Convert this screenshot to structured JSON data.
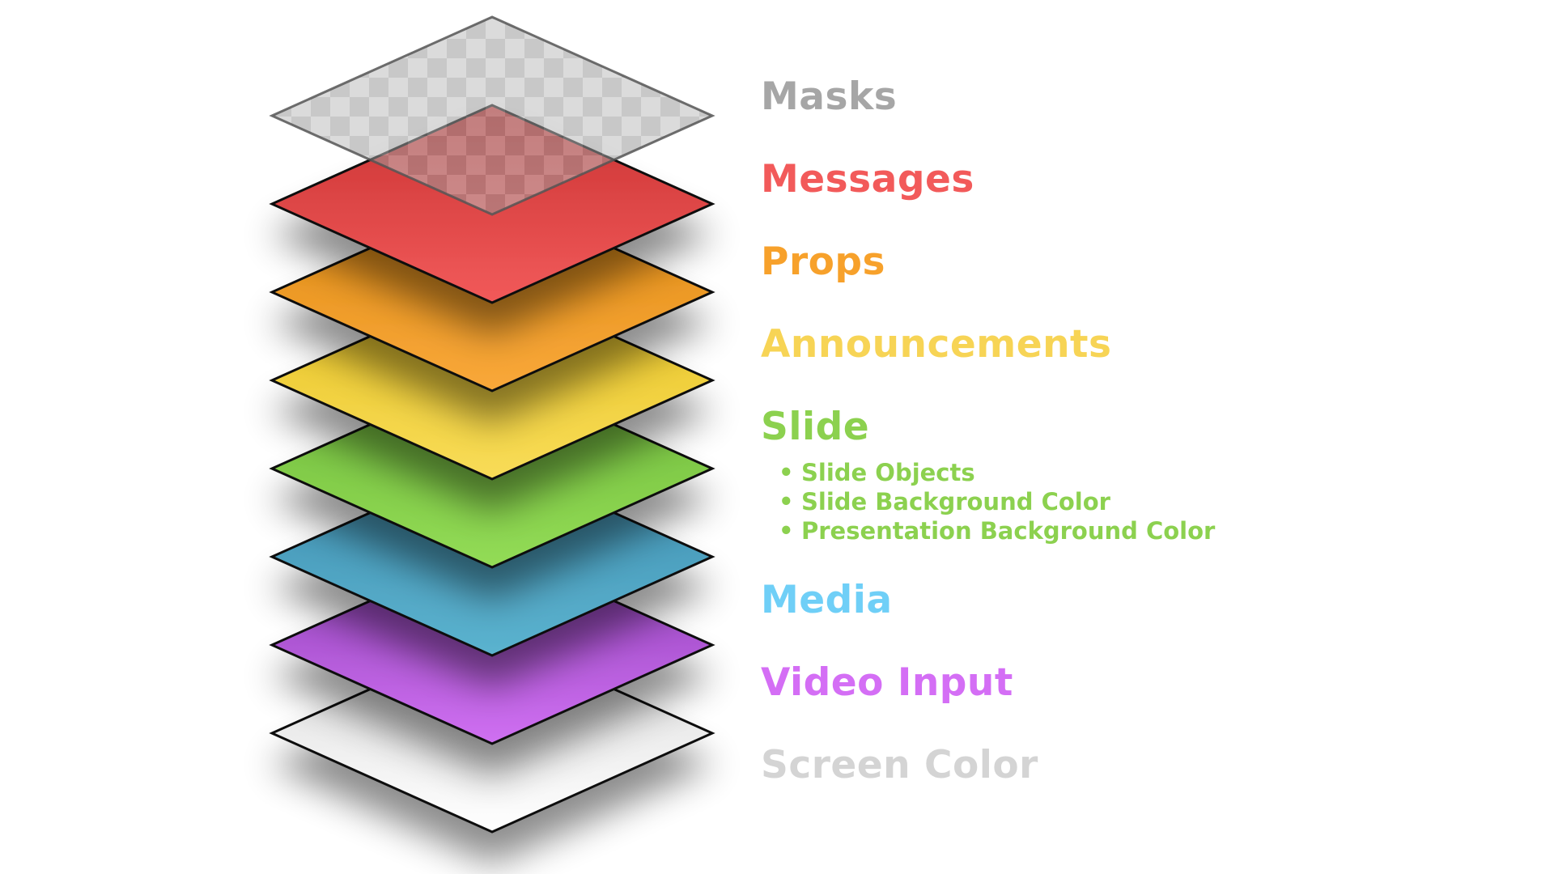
{
  "layers": [
    {
      "id": "masks",
      "label": "Masks",
      "color": "#a6a6a6",
      "fill_top": "#9e9e9e",
      "fill_bottom": "#b0b0b0",
      "pattern": "checkerboard"
    },
    {
      "id": "messages",
      "label": "Messages",
      "color": "#f25a5a",
      "fill_top": "#c93232",
      "fill_bottom": "#f25a5a"
    },
    {
      "id": "props",
      "label": "Props",
      "color": "#f7a12b",
      "fill_top": "#e08b12",
      "fill_bottom": "#f9a83a"
    },
    {
      "id": "announcements",
      "label": "Announcements",
      "color": "#f7d455",
      "fill_top": "#e8c321",
      "fill_bottom": "#f8dc58"
    },
    {
      "id": "slide",
      "label": "Slide",
      "color": "#8cd14f",
      "fill_top": "#6fba3a",
      "fill_bottom": "#93dc56",
      "sub_items": [
        "Slide Objects",
        "Slide Background Color",
        "Presentation Background Color"
      ]
    },
    {
      "id": "media",
      "label": "Media",
      "color": "#6fcff7",
      "fill_top": "#3f8eb0",
      "fill_bottom": "#5bb3cf"
    },
    {
      "id": "video-input",
      "label": "Video Input",
      "color": "#d46ef5",
      "fill_top": "#8e3fb8",
      "fill_bottom": "#d070f2"
    },
    {
      "id": "screen-color",
      "label": "Screen Color",
      "color": "#d4d4d4",
      "fill_top": "#d9d9d9",
      "fill_bottom": "#ffffff"
    }
  ],
  "bullet_symbol": "•"
}
